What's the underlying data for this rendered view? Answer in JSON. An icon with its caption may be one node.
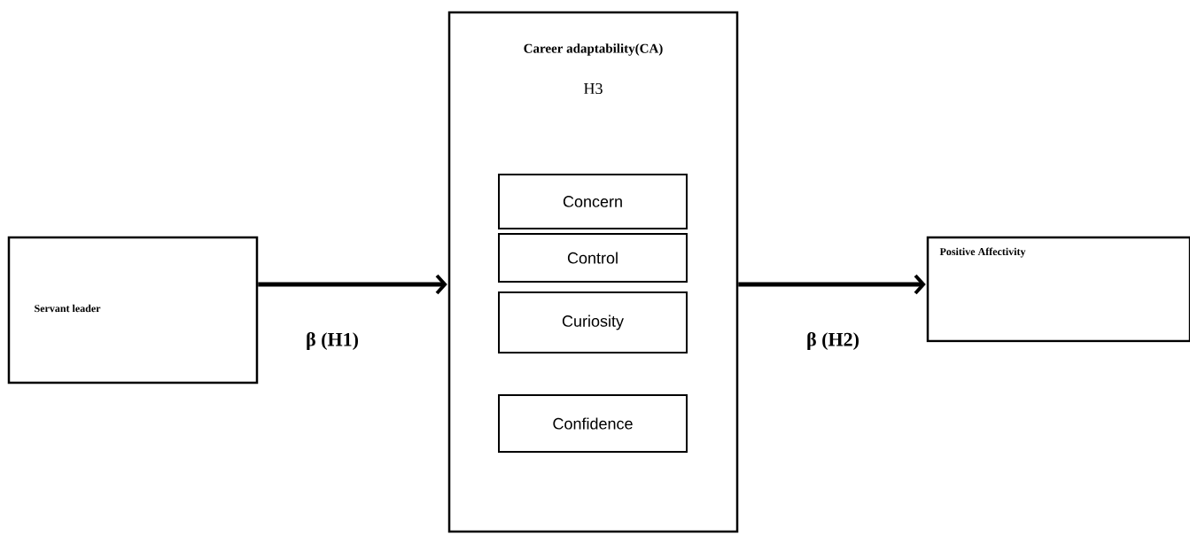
{
  "diagram": {
    "nodes": [
      {
        "text": [
          "Servant leader"
        ]
      },
      {
        "text": [
          "Career adaptability(CA)",
          "H3"
        ]
      },
      {
        "text": [
          "Concern"
        ],
        "in": 1
      },
      {
        "text": [
          "Control"
        ],
        "in": 1
      },
      {
        "text": [
          "Curiosity"
        ],
        "in": 1
      },
      {
        "text": [
          "Confidence"
        ],
        "in": 1
      },
      {
        "text": [
          "Positive Affectivity"
        ]
      }
    ],
    "edges": [
      {
        "from": 0,
        "to": 1,
        "arrow": "to",
        "label": "β (H1)"
      },
      {
        "from": 1,
        "to": 6,
        "arrow": "to",
        "label": "β (H2)"
      }
    ]
  }
}
